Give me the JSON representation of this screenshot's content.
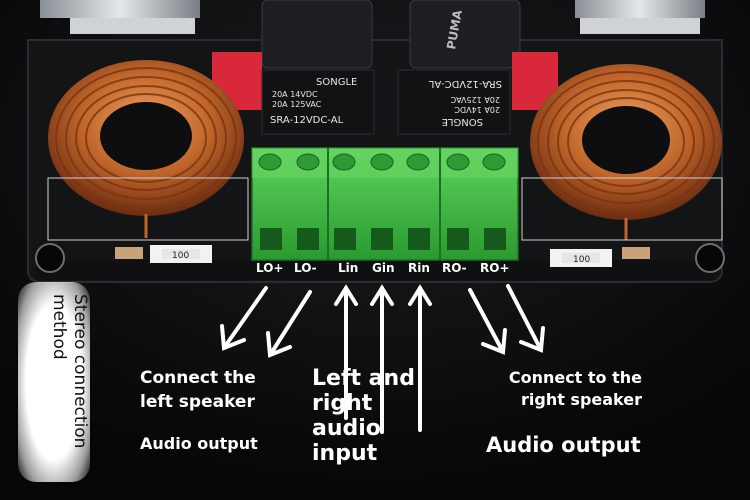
{
  "terminal_labels": [
    "LO+",
    "LO-",
    "Lin",
    "Gin",
    "Rin",
    "RO-",
    "RO+"
  ],
  "relays": {
    "left": {
      "brand": "SONGLE",
      "rating1": "20A 14VDC",
      "rating2": "20A 125VAC",
      "model": "SRA-12VDC-AL"
    },
    "right": {
      "brand": "SONGLE",
      "rating1": "20A 14VDC",
      "rating2": "20A 125VAC",
      "model": "SRA-12VDC-AL"
    }
  },
  "resistors": {
    "left": "100",
    "right": "100"
  },
  "capacitor_text": "PUMA",
  "annotations": {
    "connect_left_line1": "Connect the",
    "connect_left_line2": "left speaker",
    "audio_output_left": "Audio output",
    "input_line1": "Left and",
    "input_line2": "right",
    "input_line3": "audio",
    "input_line4": "input",
    "connect_right_line1": "Connect to the",
    "connect_right_line2": "right speaker",
    "audio_output_right": "Audio output",
    "stereo_line1": "Stereo connection",
    "stereo_line2": "method"
  },
  "colors": {
    "background": "#0b0b0c",
    "pcb": "#121315",
    "terminal_green": "#3fbf3f",
    "copper": "#c0652a",
    "relay_red": "#d8283a",
    "arrow": "#ffffff"
  }
}
